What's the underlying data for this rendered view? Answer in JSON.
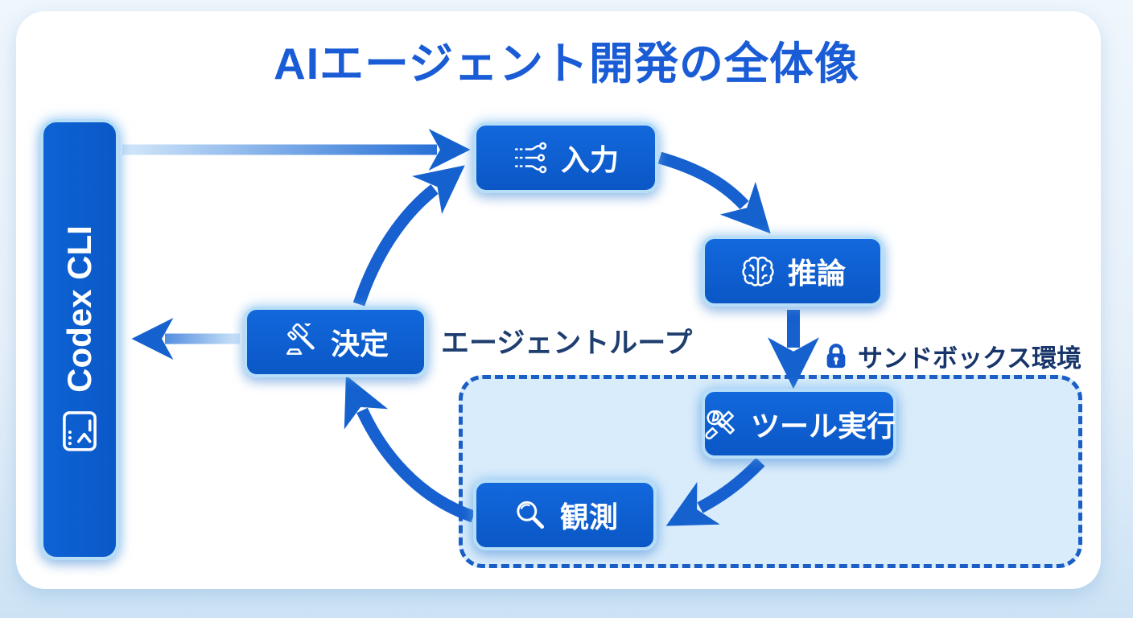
{
  "title": "AIエージェント開発の全体像",
  "sidebar": {
    "label": "Codex CLI",
    "icon": "terminal-icon"
  },
  "nodes": [
    {
      "id": "input",
      "label": "入力",
      "icon": "circuit-input-icon"
    },
    {
      "id": "reasoning",
      "label": "推論",
      "icon": "brain-icon"
    },
    {
      "id": "decision",
      "label": "決定",
      "icon": "gavel-icon"
    },
    {
      "id": "tool-exec",
      "label": "ツール実行",
      "icon": "wrench-tools-icon"
    },
    {
      "id": "observation",
      "label": "観測",
      "icon": "magnifier-icon"
    }
  ],
  "annotations": {
    "loop_label": "エージェントループ",
    "sandbox_label": "サンドボックス環境",
    "sandbox_icon": "lock-icon"
  },
  "edges": [
    {
      "from": "codex-cli",
      "to": "input"
    },
    {
      "from": "input",
      "to": "reasoning"
    },
    {
      "from": "reasoning",
      "to": "tool-exec"
    },
    {
      "from": "tool-exec",
      "to": "observation"
    },
    {
      "from": "observation",
      "to": "decision"
    },
    {
      "from": "decision",
      "to": "input"
    },
    {
      "from": "decision",
      "to": "codex-cli"
    }
  ],
  "colors": {
    "node_fill": "#0d5fd0",
    "node_border": "#b6def8",
    "arrow": "#1660cf",
    "arrow_light_end": "#d3e8fa",
    "title_text": "#1a5cd6",
    "annotation_text": "#1e3e70",
    "sandbox_fill": "#d9ecfb",
    "sandbox_border": "#1b5ec6",
    "card_bg": "#ffffff",
    "page_bg": "#cde3f5"
  }
}
